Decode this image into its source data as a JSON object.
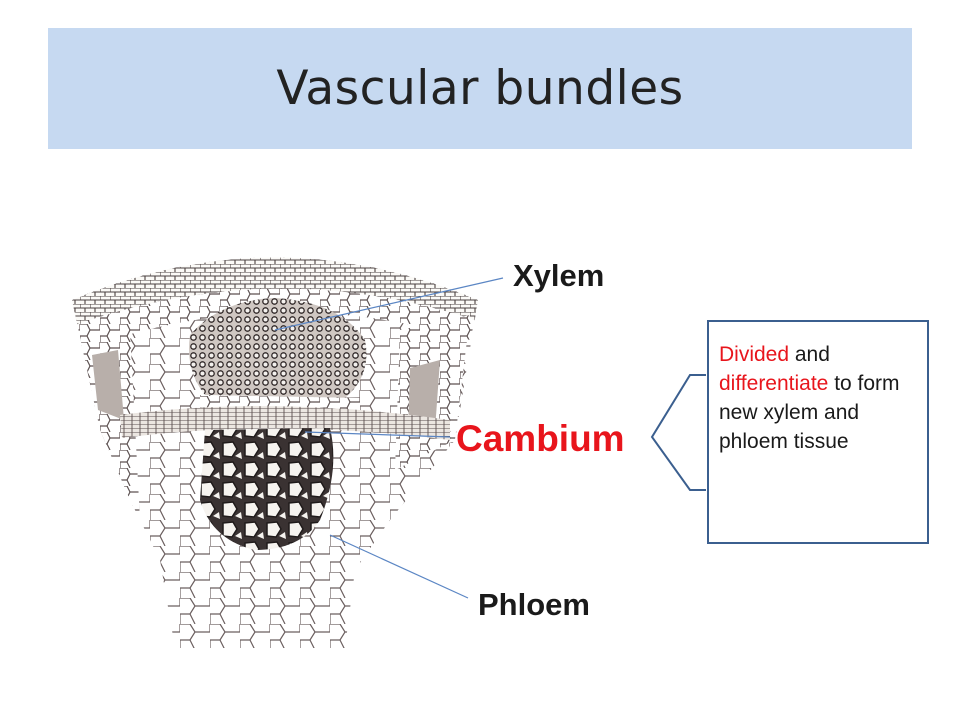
{
  "title": "Vascular bundles",
  "labels": {
    "xylem": "Xylem",
    "cambium": "Cambium",
    "phloem": "Phloem"
  },
  "note": {
    "part1": "Divided",
    "part2": " and ",
    "part3": "differentiate",
    "part4": " to form new xylem and phloem tissue"
  },
  "colors": {
    "title_bar": "#c6d9f1",
    "cambium_label": "#e8151c",
    "highlight_text": "#e8151c",
    "box_border": "#3b5f8f",
    "leader_lines": "#5b86c4"
  }
}
